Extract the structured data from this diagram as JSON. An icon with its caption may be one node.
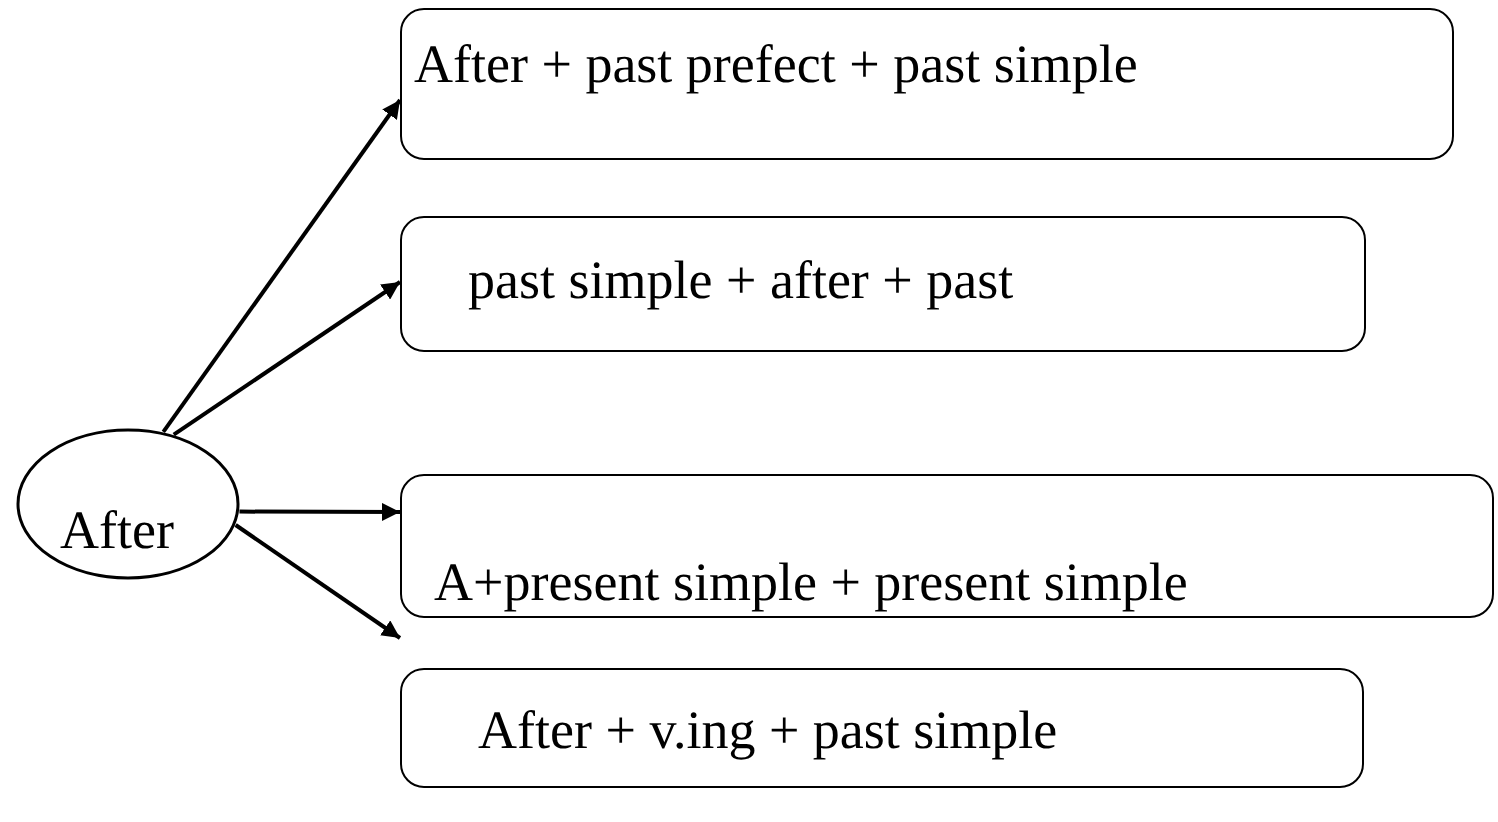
{
  "diagram": {
    "nodes": [
      {
        "text": [
          "After"
        ]
      },
      {
        "text": [
          "After + past prefect + past simple"
        ]
      },
      {
        "text": [
          "past simple + after + past"
        ]
      },
      {
        "text": [
          "A+present simple + present simple"
        ]
      },
      {
        "text": [
          "After + v.ing + past simple"
        ]
      }
    ],
    "edges": [
      {
        "from": 0,
        "to": 1,
        "arrow": "to"
      },
      {
        "from": 0,
        "to": 2,
        "arrow": "to"
      },
      {
        "from": 0,
        "to": 3,
        "arrow": "to"
      },
      {
        "from": 0,
        "to": 4,
        "arrow": "to"
      }
    ]
  }
}
